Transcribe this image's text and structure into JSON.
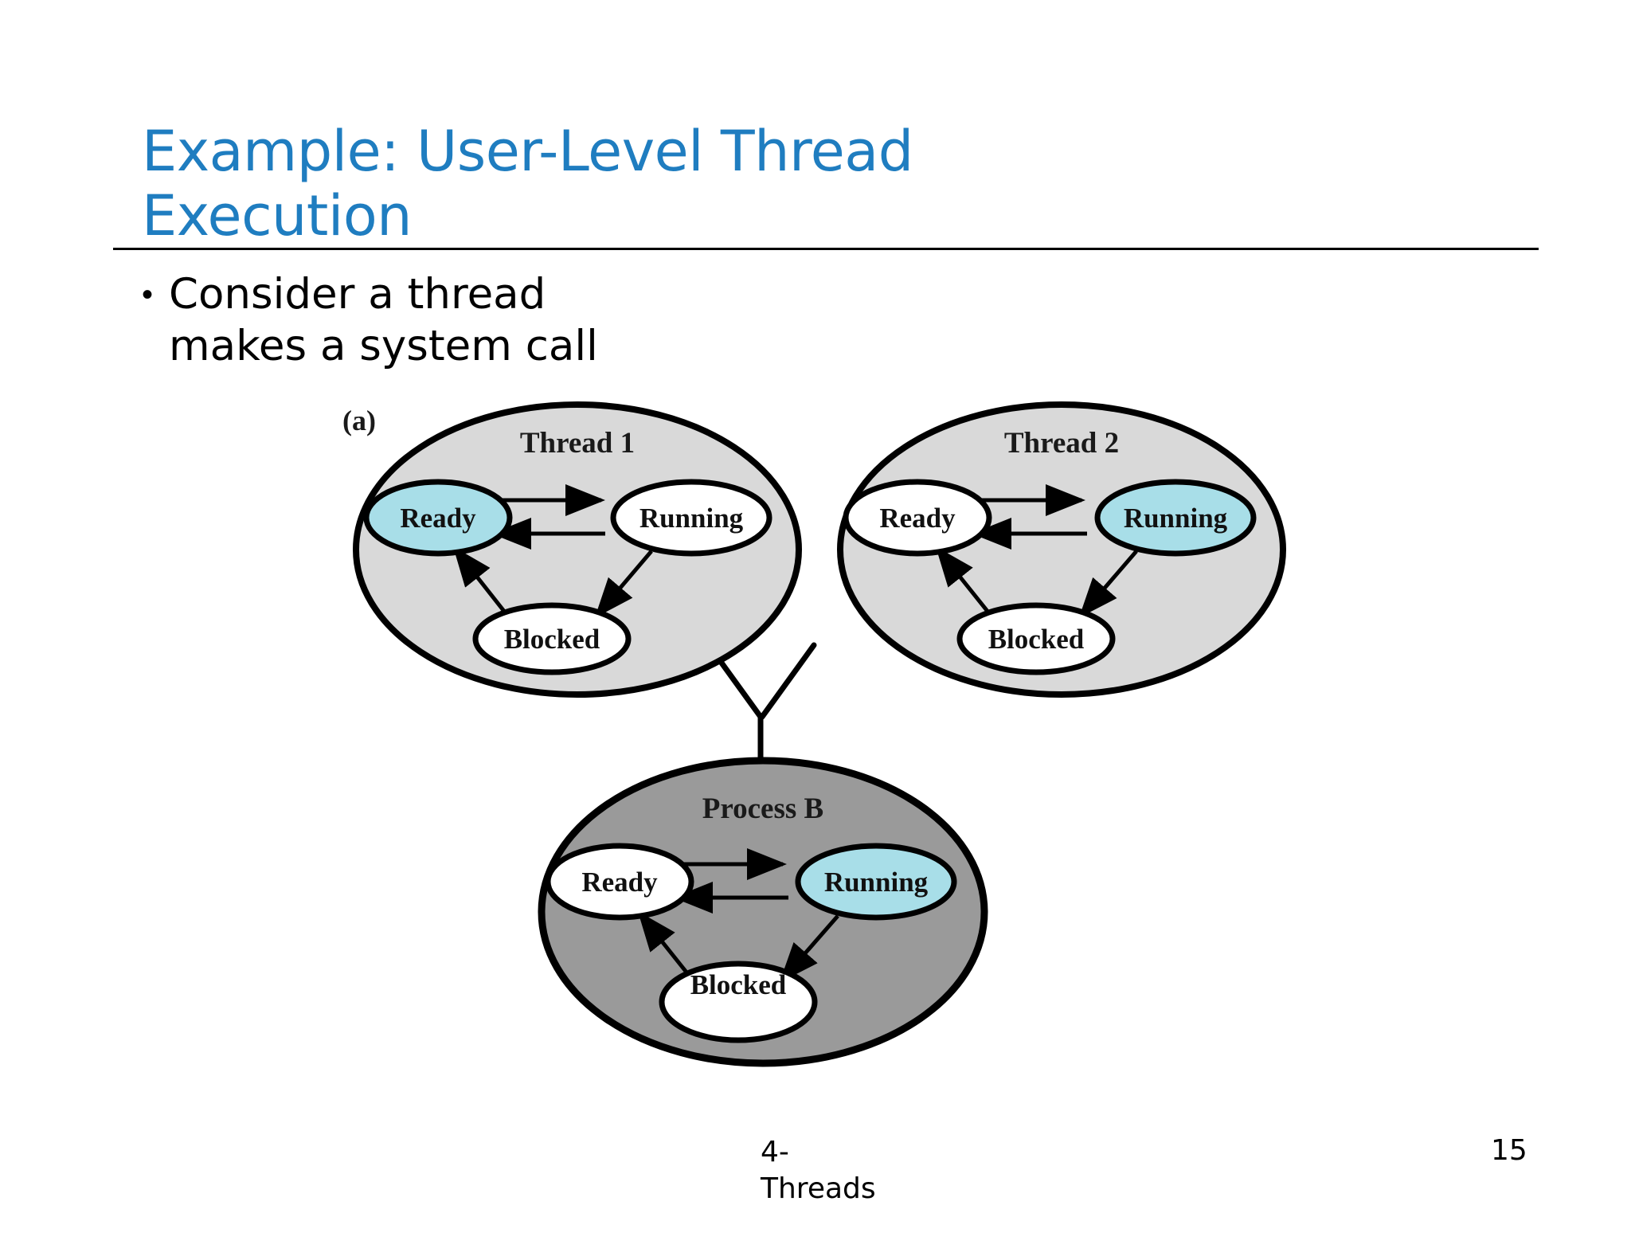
{
  "slide": {
    "title": "Example: User-Level Thread Execution",
    "bullet_marker": "•",
    "bullets": [
      "Consider a thread makes a system call"
    ],
    "footer_left": "4-\nThreads",
    "page_number": "15"
  },
  "colors": {
    "title_blue": "#1F7DC0",
    "rule_black": "#000000",
    "thread_fill": "#D9D9D9",
    "process_fill": "#9A9A9A",
    "highlight_cyan": "#A8DEE8",
    "node_white": "#FFFFFF",
    "stroke_black": "#000000",
    "text_black": "#111111"
  },
  "diagram": {
    "figure_label": "(a)",
    "groups": [
      {
        "id": "thread-1",
        "label": "Thread 1",
        "fill": "#D9D9D9",
        "nodes": [
          {
            "id": "ready",
            "label": "Ready",
            "fill": "#A8DEE8"
          },
          {
            "id": "running",
            "label": "Running",
            "fill": "#FFFFFF"
          },
          {
            "id": "blocked",
            "label": "Blocked",
            "fill": "#FFFFFF"
          }
        ],
        "transitions": [
          {
            "from": "ready",
            "to": "running"
          },
          {
            "from": "running",
            "to": "ready"
          },
          {
            "from": "running",
            "to": "blocked"
          },
          {
            "from": "blocked",
            "to": "ready"
          }
        ]
      },
      {
        "id": "thread-2",
        "label": "Thread 2",
        "fill": "#D9D9D9",
        "nodes": [
          {
            "id": "ready",
            "label": "Ready",
            "fill": "#FFFFFF"
          },
          {
            "id": "running",
            "label": "Running",
            "fill": "#A8DEE8"
          },
          {
            "id": "blocked",
            "label": "Blocked",
            "fill": "#FFFFFF"
          }
        ],
        "transitions": [
          {
            "from": "ready",
            "to": "running"
          },
          {
            "from": "running",
            "to": "ready"
          },
          {
            "from": "running",
            "to": "blocked"
          },
          {
            "from": "blocked",
            "to": "ready"
          }
        ]
      },
      {
        "id": "process-b",
        "label": "Process B",
        "fill": "#9A9A9A",
        "nodes": [
          {
            "id": "ready",
            "label": "Ready",
            "fill": "#FFFFFF"
          },
          {
            "id": "running",
            "label": "Running",
            "fill": "#A8DEE8"
          },
          {
            "id": "blocked",
            "label": "Blocked",
            "fill": "#FFFFFF"
          }
        ],
        "transitions": [
          {
            "from": "ready",
            "to": "running"
          },
          {
            "from": "running",
            "to": "ready"
          },
          {
            "from": "running",
            "to": "blocked"
          },
          {
            "from": "blocked",
            "to": "ready"
          }
        ]
      }
    ],
    "connectors": [
      {
        "from": "thread-1",
        "to": "process-b"
      },
      {
        "from": "thread-2",
        "to": "process-b"
      }
    ]
  }
}
